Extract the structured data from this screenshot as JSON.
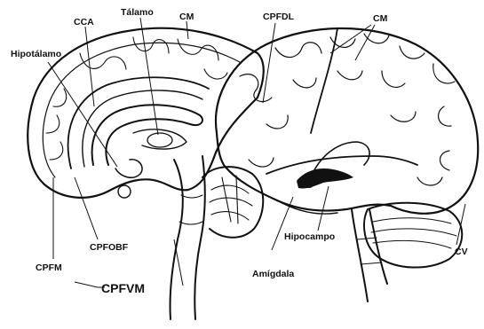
{
  "labels": {
    "cca": "CCA",
    "talamo": "Tálamo",
    "cm_left": "CM",
    "cpfdl": "CPFDL",
    "cm_right": "CM",
    "hipotalamo": "Hipotálamo",
    "cpfobf": "CPFOBF",
    "cpfm": "CPFM",
    "cpfvm": "CPFVM",
    "amigdala": "Amígdala",
    "hipocampo": "Hipocampo",
    "cv": "CV"
  },
  "colors": {
    "ink": "#111111",
    "background": "#ffffff"
  }
}
